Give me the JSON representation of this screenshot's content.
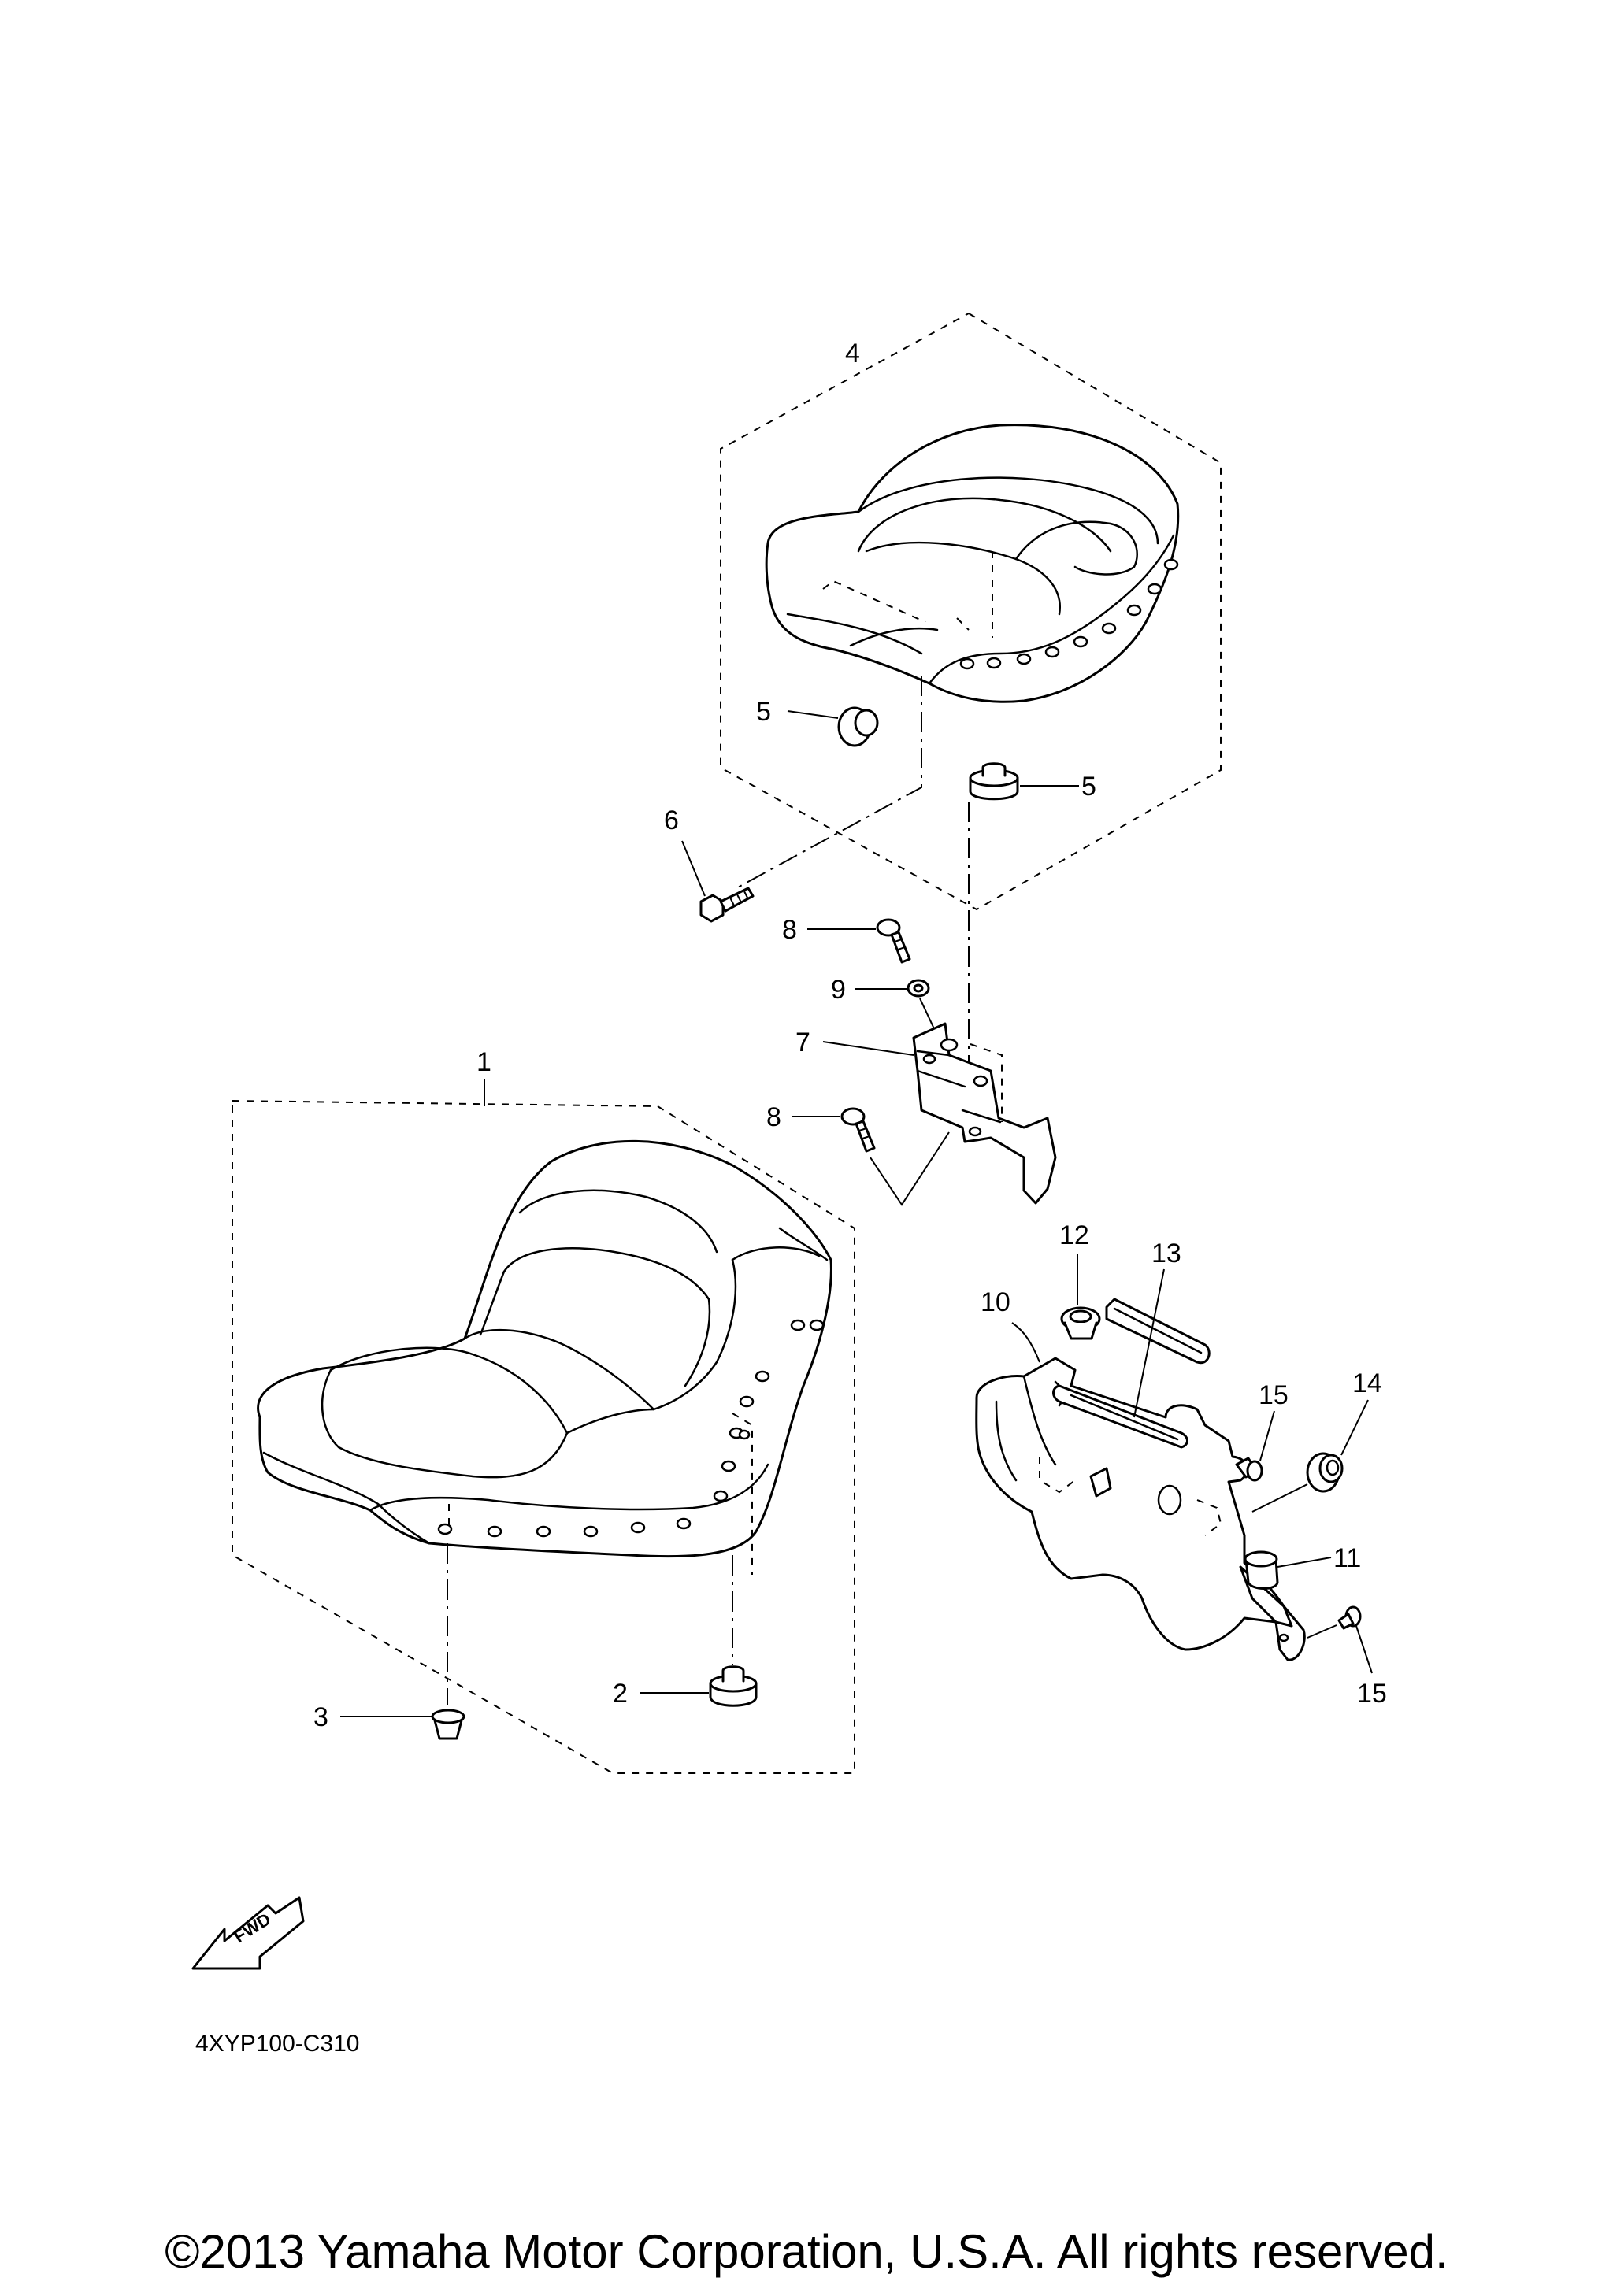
{
  "diagram": {
    "part_code": "4XYP100-C310",
    "copyright": "©2013 Yamaha Motor Corporation, U.S.A. All rights reserved.",
    "fwd_label": "FWD",
    "callouts": {
      "p1": "1",
      "p2": "2",
      "p3": "3",
      "p4": "4",
      "p5a": "5",
      "p5b": "5",
      "p6": "6",
      "p7": "7",
      "p8a": "8",
      "p8b": "8",
      "p9": "9",
      "p10": "10",
      "p11": "11",
      "p12": "12",
      "p13": "13",
      "p14": "14",
      "p15a": "15",
      "p15b": "15"
    }
  }
}
